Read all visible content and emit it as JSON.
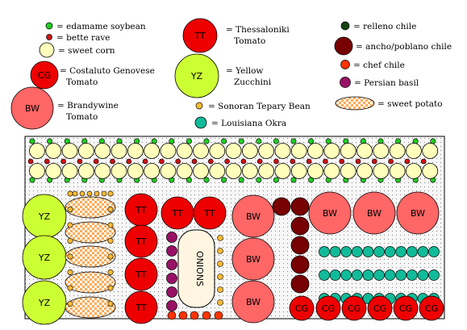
{
  "legend": {
    "edamame": {
      "label": "= edamame soybean",
      "icon": "green-dot-icon"
    },
    "bette": {
      "label": "= bette rave",
      "icon": "red-dot-icon"
    },
    "corn": {
      "label": "= sweet corn",
      "icon": "yellow-circle-icon"
    },
    "cg": {
      "code": "CG",
      "label": "= Costaluto Genovese",
      "label2": "Tomato"
    },
    "bw": {
      "code": "BW",
      "label": "= Brandywine",
      "label2": "Tomato"
    },
    "tt": {
      "code": "TT",
      "label": "= Thessaloniki",
      "label2": "Tomato"
    },
    "yz": {
      "code": "YZ",
      "label": "= Yellow",
      "label2": "Zucchini"
    },
    "tepary": {
      "label": "= Sonoran Tepary Bean"
    },
    "okra": {
      "label": "= Louisiana Okra"
    },
    "relleno": {
      "label": "= relleno chile"
    },
    "ancho": {
      "label": "= ancho/poblano chile"
    },
    "chef": {
      "label": "= chef chile"
    },
    "basil": {
      "label": "= Persian basil"
    },
    "potato": {
      "label": "= sweet potato"
    }
  },
  "garden": {
    "onions_label": "ONIONS",
    "codes": {
      "yz": "YZ",
      "tt": "TT",
      "bw": "BW",
      "cg": "CG"
    }
  },
  "colors": {
    "edamame": "#22cc22",
    "bette": "#cc1111",
    "corn": "#ffffbb",
    "tomato_red": "#ee0000",
    "brandywine": "#ff6666",
    "zucchini": "#ccff33",
    "tepary": "#ffbb33",
    "okra": "#11bb99",
    "relleno": "#114411",
    "ancho": "#770000",
    "chef": "#ff3300",
    "basil": "#991166",
    "potato": "#ffaa55",
    "onions": "#fff5e0",
    "bed": "#f7f7f7"
  }
}
